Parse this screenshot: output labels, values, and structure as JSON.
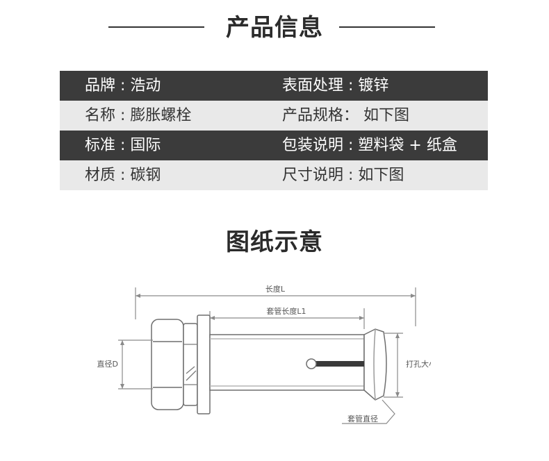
{
  "header": {
    "title": "产品信息"
  },
  "info": {
    "rows": [
      {
        "left": "品牌 : 浩动",
        "right": "表面处理 : 镀锌"
      },
      {
        "left": "名称 : 膨胀螺栓",
        "right": "产品规格： 如下图"
      },
      {
        "left": "标准 : 国际",
        "right": "包装说明 : 塑料袋 + 纸盒"
      },
      {
        "left": "材质 : 碳钢",
        "right": "尺寸说明 : 如下图"
      }
    ]
  },
  "diagram": {
    "title": "图纸示意",
    "labels": {
      "length": "长度L",
      "sleeve_length": "套管长度L1",
      "diameter": "直径D",
      "hole_size": "打孔大小",
      "sleeve_diameter": "套管直径"
    }
  }
}
